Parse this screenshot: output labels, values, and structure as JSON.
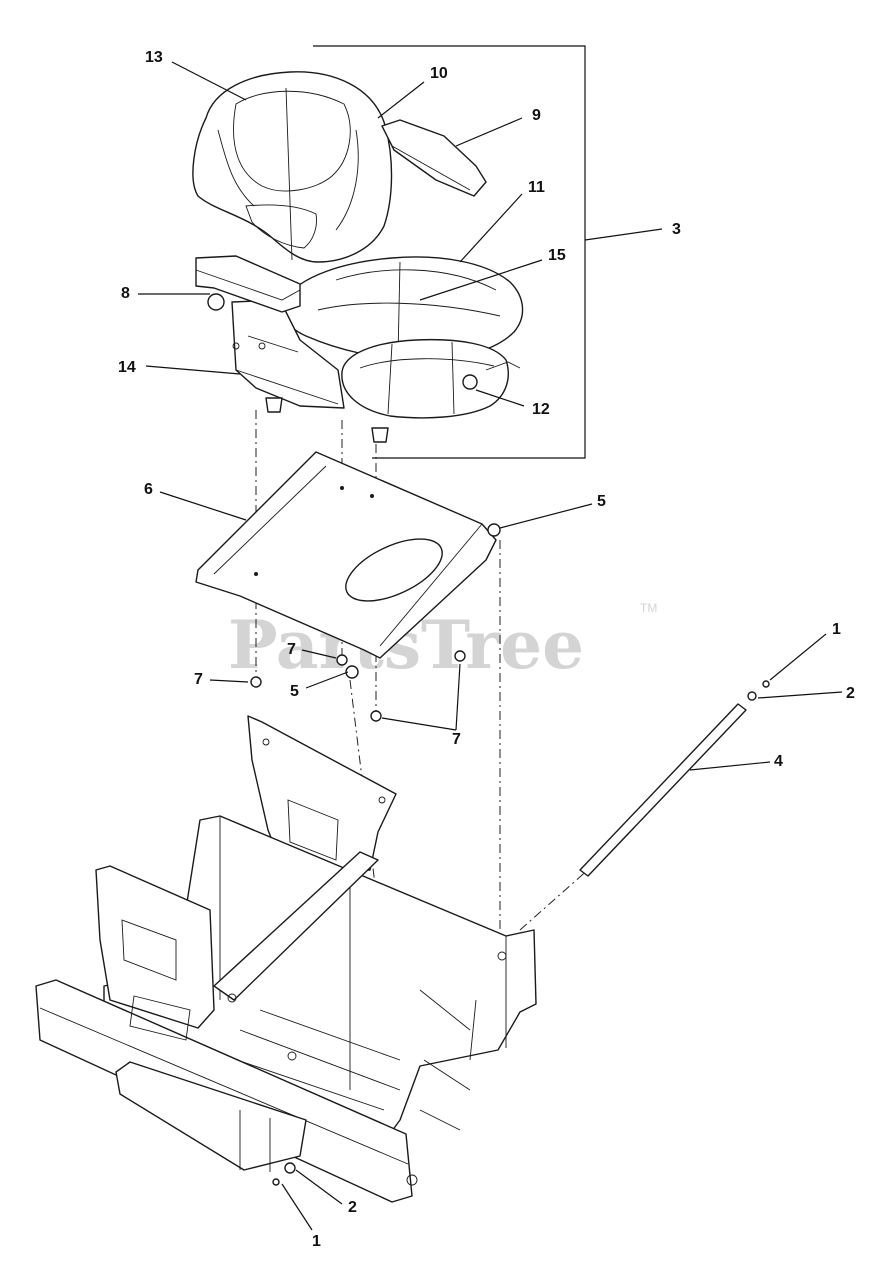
{
  "watermark": {
    "text": "PartsTree",
    "tm": "TM"
  },
  "callouts": [
    {
      "id": "c13",
      "label": "13"
    },
    {
      "id": "c10",
      "label": "10"
    },
    {
      "id": "c9",
      "label": "9"
    },
    {
      "id": "c11",
      "label": "11"
    },
    {
      "id": "c3",
      "label": "3"
    },
    {
      "id": "c15",
      "label": "15"
    },
    {
      "id": "c8",
      "label": "8"
    },
    {
      "id": "c14",
      "label": "14"
    },
    {
      "id": "c12",
      "label": "12"
    },
    {
      "id": "c6",
      "label": "6"
    },
    {
      "id": "c5a",
      "label": "5"
    },
    {
      "id": "c7a",
      "label": "7"
    },
    {
      "id": "c5b",
      "label": "5"
    },
    {
      "id": "c7b",
      "label": "7"
    },
    {
      "id": "c7c",
      "label": "7"
    },
    {
      "id": "c1a",
      "label": "1"
    },
    {
      "id": "c2a",
      "label": "2"
    },
    {
      "id": "c4",
      "label": "4"
    },
    {
      "id": "c2b",
      "label": "2"
    },
    {
      "id": "c1b",
      "label": "1"
    }
  ],
  "parts": [
    {
      "name": "seat-assembly",
      "icon": "seat-icon"
    },
    {
      "name": "seat-pan-plate",
      "icon": "plate-icon"
    },
    {
      "name": "pivot-rod",
      "icon": "rod-icon"
    },
    {
      "name": "frame-chassis",
      "icon": "frame-icon"
    }
  ],
  "colors": {
    "line": "#1a1a1a",
    "watermark": "#d4d4d4",
    "background": "#ffffff"
  }
}
